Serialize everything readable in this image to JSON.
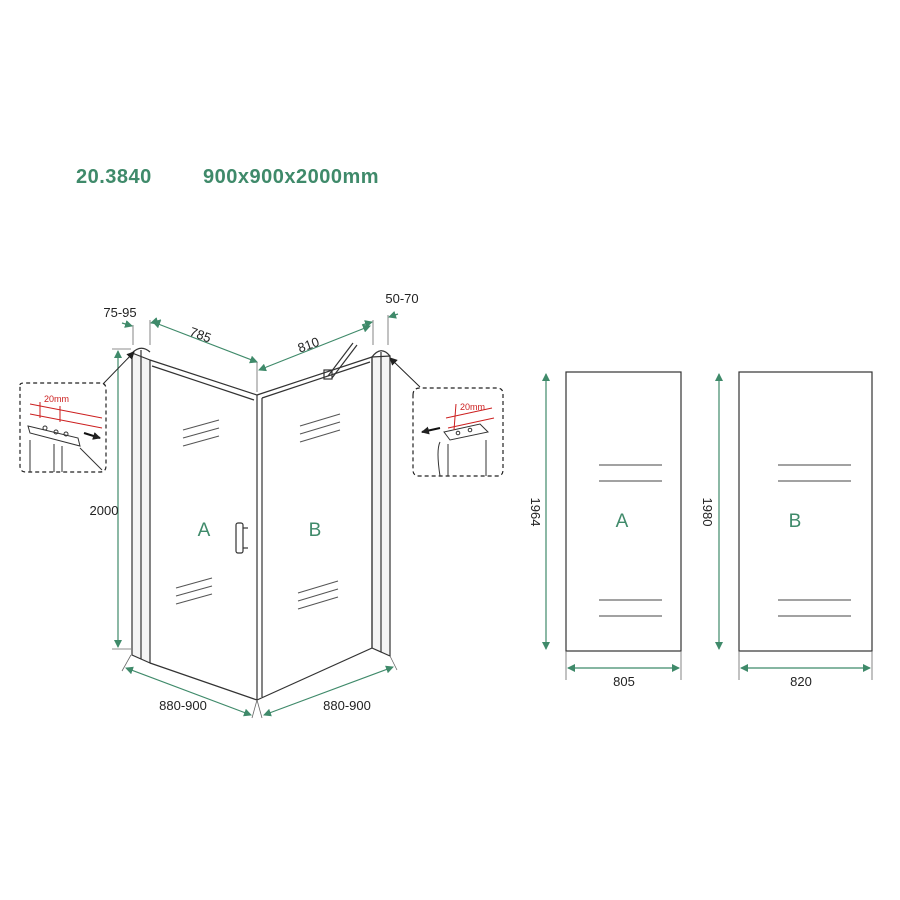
{
  "header": {
    "model_code": "20.3840",
    "size": "900x900x2000mm"
  },
  "colors": {
    "accent": "#3f8a6a",
    "line": "#333333",
    "highlight": "#cc1f1f"
  },
  "enclosure": {
    "dims": {
      "left_adjust": "75-95",
      "right_adjust": "50-70",
      "top_left": "785",
      "top_right": "810",
      "height": "2000",
      "bottom_left": "880-900",
      "bottom_right": "880-900"
    },
    "panel_a_label": "A",
    "panel_b_label": "B",
    "detail_left_mm": "20mm",
    "detail_right_mm": "20mm"
  },
  "panels": [
    {
      "label": "A",
      "height": "1964",
      "width": "805"
    },
    {
      "label": "B",
      "height": "1980",
      "width": "820"
    }
  ]
}
